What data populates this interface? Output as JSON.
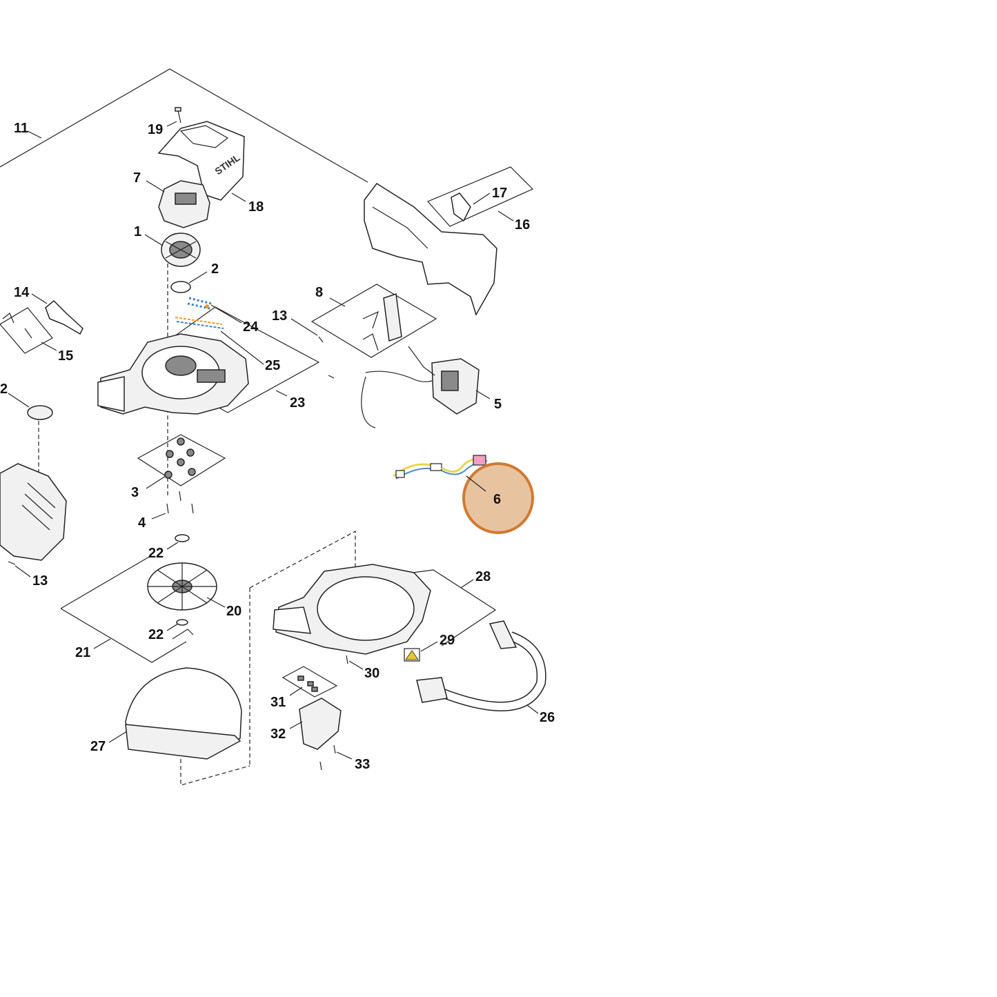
{
  "diagram": {
    "colors": {
      "line": "#222222",
      "highlight_fill": "#e8c3a0",
      "highlight_stroke": "#d07a32",
      "wire_yellow": "#e8d84a",
      "wire_blue": "#4a8ad0",
      "accent_blue": "#3b82c4",
      "accent_orange": "#e89a2a"
    },
    "selected_part": "6",
    "callouts": [
      {
        "id": "c11",
        "text": "11"
      },
      {
        "id": "c19",
        "text": "19"
      },
      {
        "id": "c7",
        "text": "7"
      },
      {
        "id": "c18",
        "text": "18"
      },
      {
        "id": "c1",
        "text": "1"
      },
      {
        "id": "c2",
        "text": "2"
      },
      {
        "id": "c14",
        "text": "14"
      },
      {
        "id": "c24",
        "text": "24"
      },
      {
        "id": "c13a",
        "text": "13"
      },
      {
        "id": "c8",
        "text": "8"
      },
      {
        "id": "c17",
        "text": "17"
      },
      {
        "id": "c16",
        "text": "16"
      },
      {
        "id": "c15",
        "text": "15"
      },
      {
        "id": "c25",
        "text": "25"
      },
      {
        "id": "c23",
        "text": "23"
      },
      {
        "id": "c5",
        "text": "5"
      },
      {
        "id": "c12",
        "text": "2"
      },
      {
        "id": "c3",
        "text": "3"
      },
      {
        "id": "c4",
        "text": "4"
      },
      {
        "id": "c6",
        "text": "6"
      },
      {
        "id": "c22a",
        "text": "22"
      },
      {
        "id": "c13b",
        "text": "13"
      },
      {
        "id": "c20",
        "text": "20"
      },
      {
        "id": "c22b",
        "text": "22"
      },
      {
        "id": "c21",
        "text": "21"
      },
      {
        "id": "c28",
        "text": "28"
      },
      {
        "id": "c29",
        "text": "29"
      },
      {
        "id": "c30",
        "text": "30"
      },
      {
        "id": "c31",
        "text": "31"
      },
      {
        "id": "c32",
        "text": "32"
      },
      {
        "id": "c33",
        "text": "33"
      },
      {
        "id": "c27",
        "text": "27"
      },
      {
        "id": "c26",
        "text": "26"
      }
    ]
  }
}
